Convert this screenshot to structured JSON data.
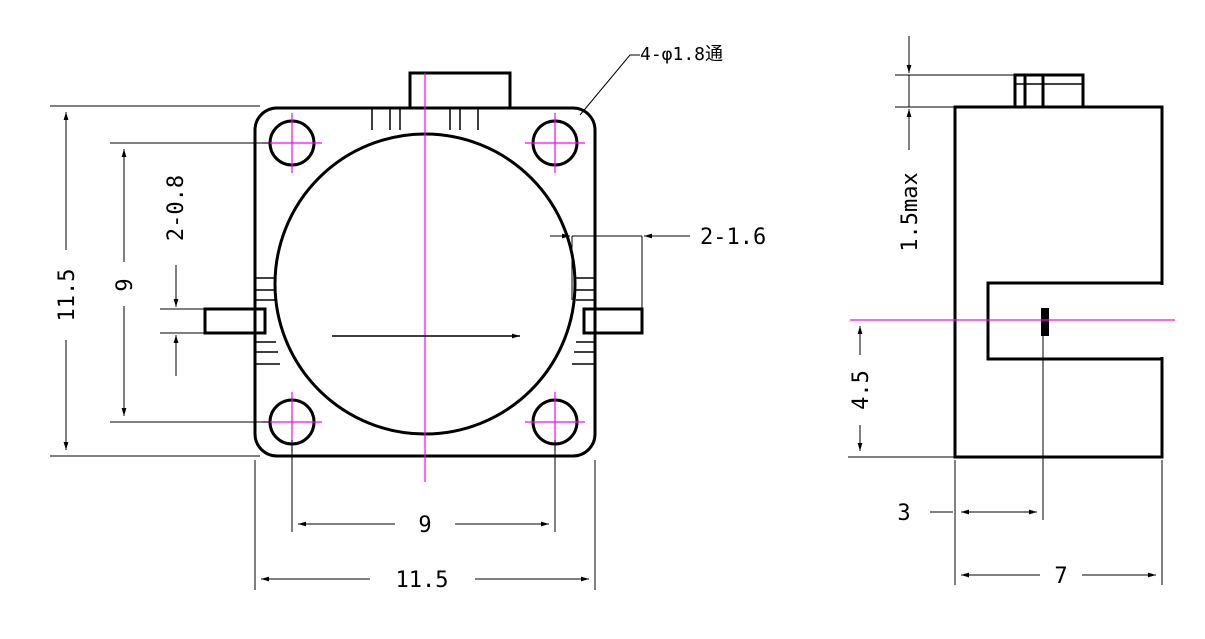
{
  "front_view": {
    "hole_note": "4-φ1.8通",
    "dim_height_overall": "11.5",
    "dim_height_holes": "9",
    "dim_pin_thickness": "2-0.8",
    "dim_pin_width": "2-1.6",
    "dim_width_holes": "9",
    "dim_width_overall": "11.5"
  },
  "side_view": {
    "dim_tab_height": "1.5max",
    "dim_pin_height": "4.5",
    "dim_pin_offset": "3",
    "dim_depth": "7"
  },
  "colors": {
    "outline": "#000000",
    "centerline": "#ff00ff"
  }
}
